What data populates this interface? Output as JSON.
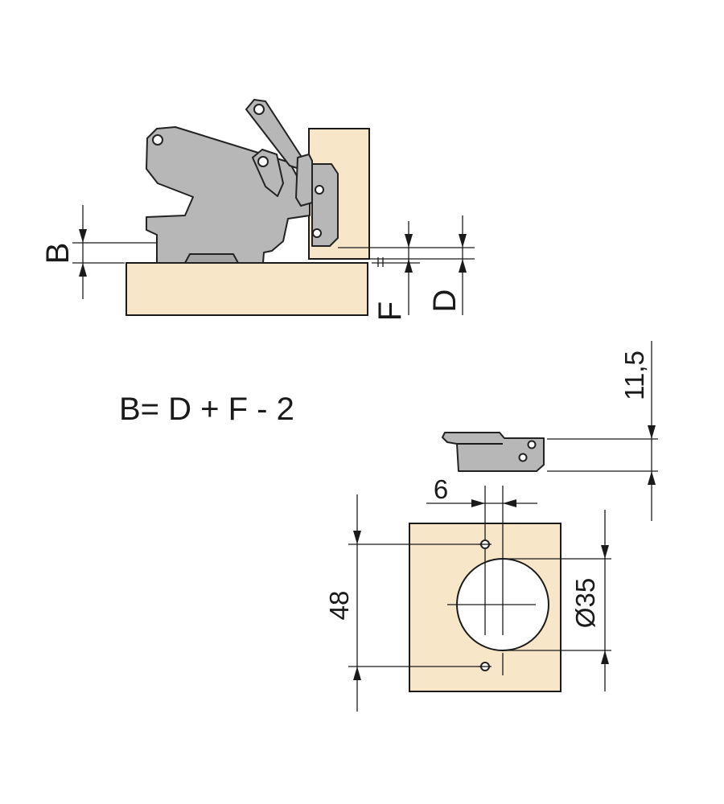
{
  "formula": "B= D + F - 2",
  "labels": {
    "B": "B",
    "D": "D",
    "F": "F",
    "plate_height": "11,5",
    "hole_offset": "6",
    "hole_spacing": "48",
    "cup_diameter": "Ø35"
  },
  "colors": {
    "wood": "#f8e6c8",
    "metal": "#b7b7b7",
    "line": "#1a1a1a"
  }
}
